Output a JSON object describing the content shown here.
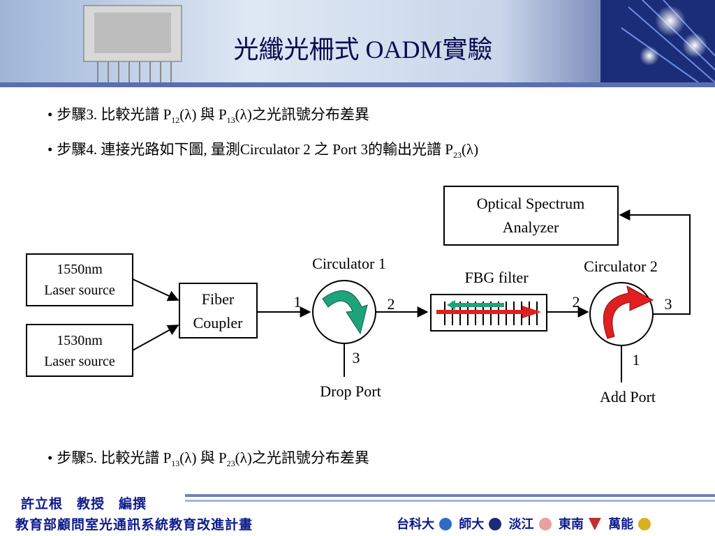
{
  "title": "光纖光柵式 OADM實驗",
  "bullets": [
    {
      "prefix": "步驟3. 比較光譜 P",
      "s1": "12",
      "mid1": "(λ) 與 P",
      "s2": "13",
      "end": "(λ)之光訊號分布差異"
    },
    {
      "prefix": "步驟4. 連接光路如下圖, 量測Circulator 2 之 Port 3的輸出光譜 P",
      "s1": "23",
      "end": "(λ)"
    },
    {
      "prefix": "步驟5. 比較光譜 P",
      "s1": "13",
      "mid1": "(λ) 與 P",
      "s2": "23",
      "end": "(λ)之光訊號分布差異"
    }
  ],
  "diagram": {
    "laser1_line1": "1550nm",
    "laser1_line2": "Laser source",
    "laser2_line1": "1530nm",
    "laser2_line2": "Laser source",
    "coupler_line1": "Fiber",
    "coupler_line2": "Coupler",
    "circulator1": "Circulator 1",
    "circulator2": "Circulator 2",
    "fbg": "FBG filter",
    "osa_line1": "Optical Spectrum",
    "osa_line2": "Analyzer",
    "drop_port": "Drop Port",
    "add_port": "Add Port",
    "c1_port1": "1",
    "c1_port2": "2",
    "c1_port3": "3",
    "c2_port1": "1",
    "c2_port2": "2",
    "c2_port3": "3"
  },
  "footer": {
    "author": "許立根　教授　編撰",
    "program": "教育部顧問室光通訊系統教育改進計畫",
    "univ1": "台科大",
    "univ2": "師大",
    "univ3": "淡江",
    "univ4": "東南",
    "univ5": "萬能"
  },
  "colors": {
    "title": "#0b0b50",
    "footer": "#0b1a8c",
    "arrow_green": "#1fa37a",
    "arrow_red": "#e02020"
  }
}
